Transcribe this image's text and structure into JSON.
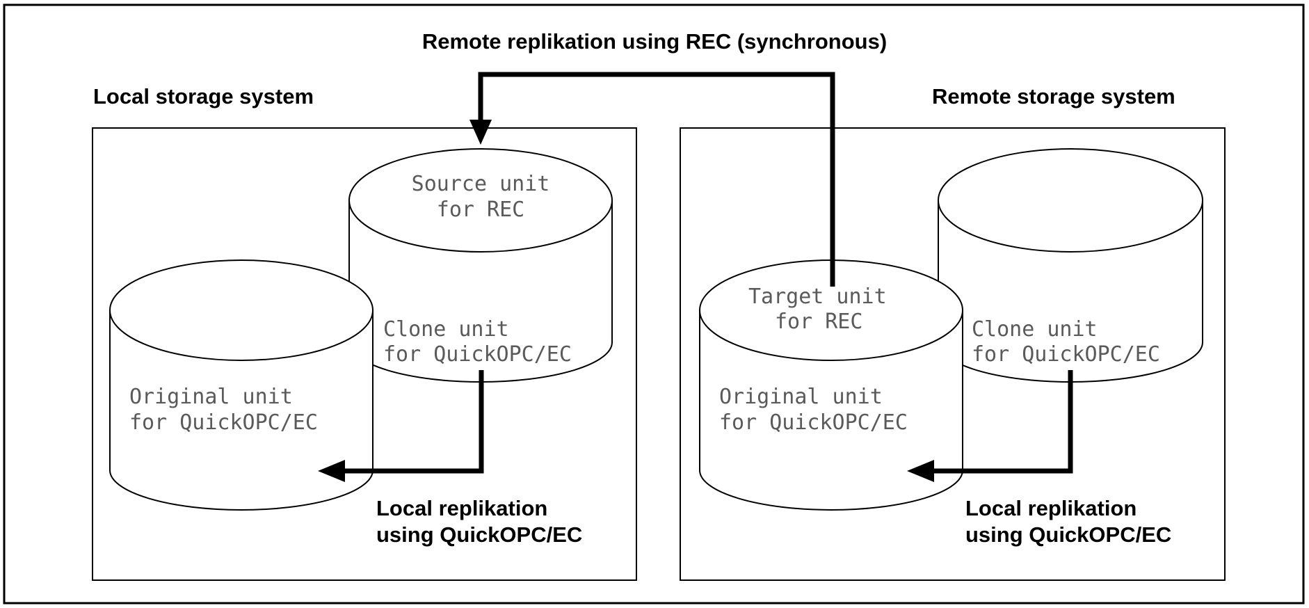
{
  "title": "Remote replikation using REC (synchronous)",
  "local": {
    "heading": "Local storage system",
    "source": {
      "line1": "Source unit",
      "line2": "for REC"
    },
    "clone": {
      "line1": "Clone unit",
      "line2": "for QuickOPC/EC"
    },
    "original": {
      "line1": "Original unit",
      "line2": "for QuickOPC/EC"
    },
    "replication": {
      "line1": "Local replikation",
      "line2": "using QuickOPC/EC"
    }
  },
  "remote": {
    "heading": "Remote storage system",
    "target": {
      "line1": "Target unit",
      "line2": "for REC"
    },
    "clone": {
      "line1": "Clone unit",
      "line2": "for QuickOPC/EC"
    },
    "original": {
      "line1": "Original unit",
      "line2": "for QuickOPC/EC"
    },
    "replication": {
      "line1": "Local replikation",
      "line2": "using QuickOPC/EC"
    }
  },
  "colors": {
    "line": "#000000",
    "unit_text": "#5a5a5a",
    "background": "#ffffff"
  }
}
